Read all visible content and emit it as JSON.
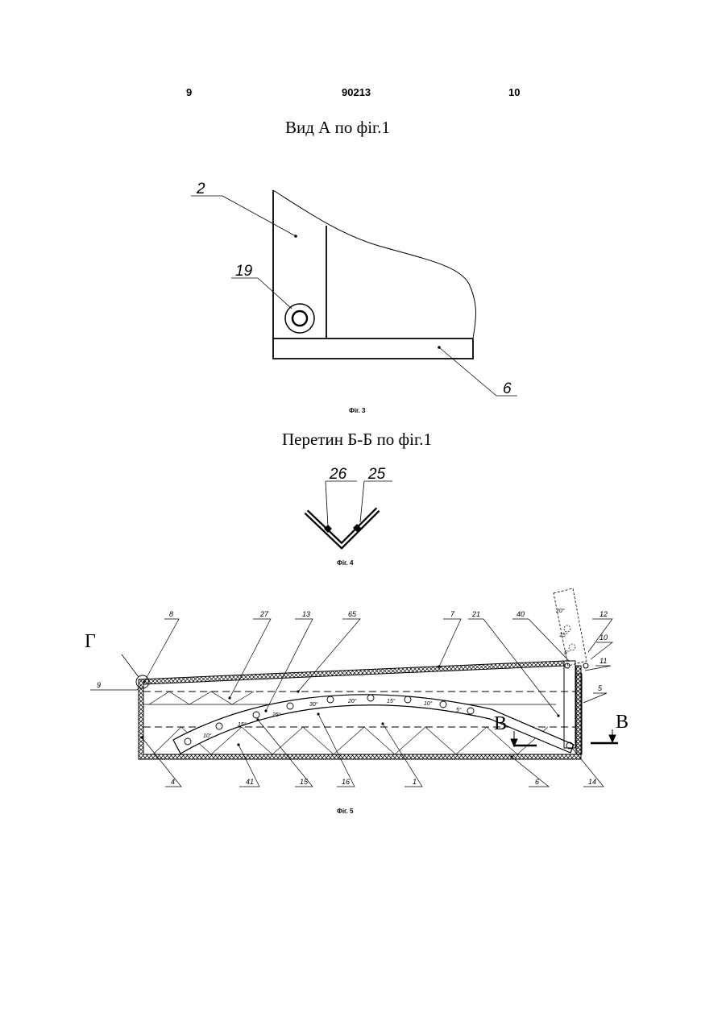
{
  "header": {
    "left_page": "9",
    "patent_number": "90213",
    "right_page": "10"
  },
  "fig3": {
    "title": "Вид А по фіг.1",
    "caption": "Фіг. 3",
    "labels": {
      "l2": "2",
      "l19": "19",
      "l6": "6"
    }
  },
  "fig4": {
    "title": "Перетин Б-Б по фіг.1",
    "caption": "Фіг. 4",
    "labels": {
      "l26": "26",
      "l25": "25"
    }
  },
  "fig5": {
    "caption": "Фіг. 5",
    "section_G": "Г",
    "section_V_left": "В",
    "section_V_right": "В",
    "labels": {
      "l8": "8",
      "l27": "27",
      "l13": "13",
      "l65": "65",
      "l7": "7",
      "l21": "21",
      "l40": "40",
      "l12": "12",
      "l10": "10",
      "l11": "11",
      "l5": "5",
      "l9": "9",
      "l4": "4",
      "l41": "41",
      "l15": "15",
      "l16": "16",
      "l1": "1",
      "l6": "6",
      "l14": "14"
    },
    "scale_marks": [
      "10°",
      "15°",
      "25°",
      "30°",
      "20°",
      "15°",
      "10°",
      "5°",
      "20°",
      "15°",
      "5°"
    ]
  }
}
